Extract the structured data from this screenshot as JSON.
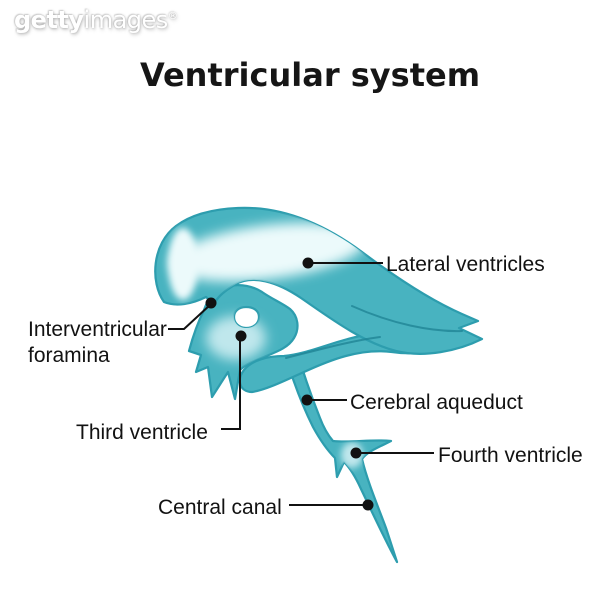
{
  "watermark": {
    "brand_bold": "getty",
    "brand_light": "images",
    "registered": "®"
  },
  "title": "Ventricular system",
  "colors": {
    "teal": "#48b3c0",
    "teal_edge": "#2d9dae",
    "teal_dark": "#1d8193",
    "highlight": "#ecfafb",
    "highlight_soft": "#bfe7ec",
    "hole_fill": "#ffffff",
    "label_text": "#121212",
    "leader_line": "#111111",
    "background": "#ffffff"
  },
  "labels": [
    {
      "id": "lateral-ventricles",
      "text": "Lateral ventricles"
    },
    {
      "id": "interventricular-foramina",
      "text": "Interventricular foramina"
    },
    {
      "id": "third-ventricle",
      "text": "Third ventricle"
    },
    {
      "id": "cerebral-aqueduct",
      "text": "Cerebral aqueduct"
    },
    {
      "id": "fourth-ventricle",
      "text": "Fourth ventricle"
    },
    {
      "id": "central-canal",
      "text": "Central canal"
    }
  ]
}
